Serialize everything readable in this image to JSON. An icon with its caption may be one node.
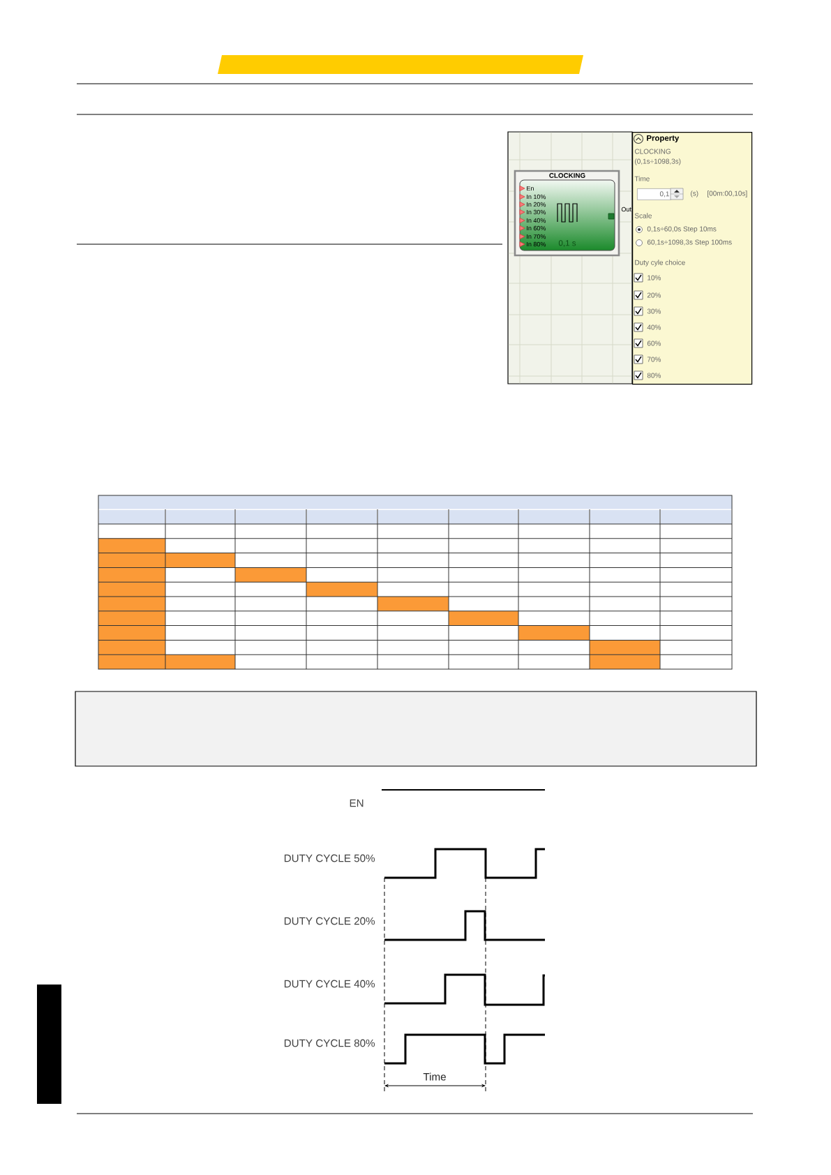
{
  "diagram": {
    "nodes": [
      {
        "text": [
          "CLOCKING",
          "En",
          "In 10%",
          "In 20%",
          "In 30%",
          "In 40%",
          "In 60%",
          "In 70%",
          "In 80%",
          "0,1 s"
        ],
        "beside": [
          "Out"
        ]
      },
      {
        "text": [
          "Property",
          "CLOCKING",
          "(0,1s÷1098,3s)",
          "Time",
          "(s)",
          "[00m:00,10s]",
          "Scale",
          "0,1s÷60,0s Step 10ms",
          "60,1s÷1098,3s Step 100ms",
          "Duty cyle choice",
          "10%",
          "20%",
          "30%",
          "40%",
          "60%",
          "70%",
          "80%"
        ]
      },
      {
        "text": [
          "0,1"
        ],
        "in": 1
      },
      {
        "text": [],
        "shape": "box"
      }
    ],
    "labels": [
      "EN",
      "DUTY CYCLE 50%",
      "DUTY CYCLE 20%",
      "DUTY CYCLE 40%",
      "DUTY CYCLE 80%",
      "Time"
    ]
  }
}
